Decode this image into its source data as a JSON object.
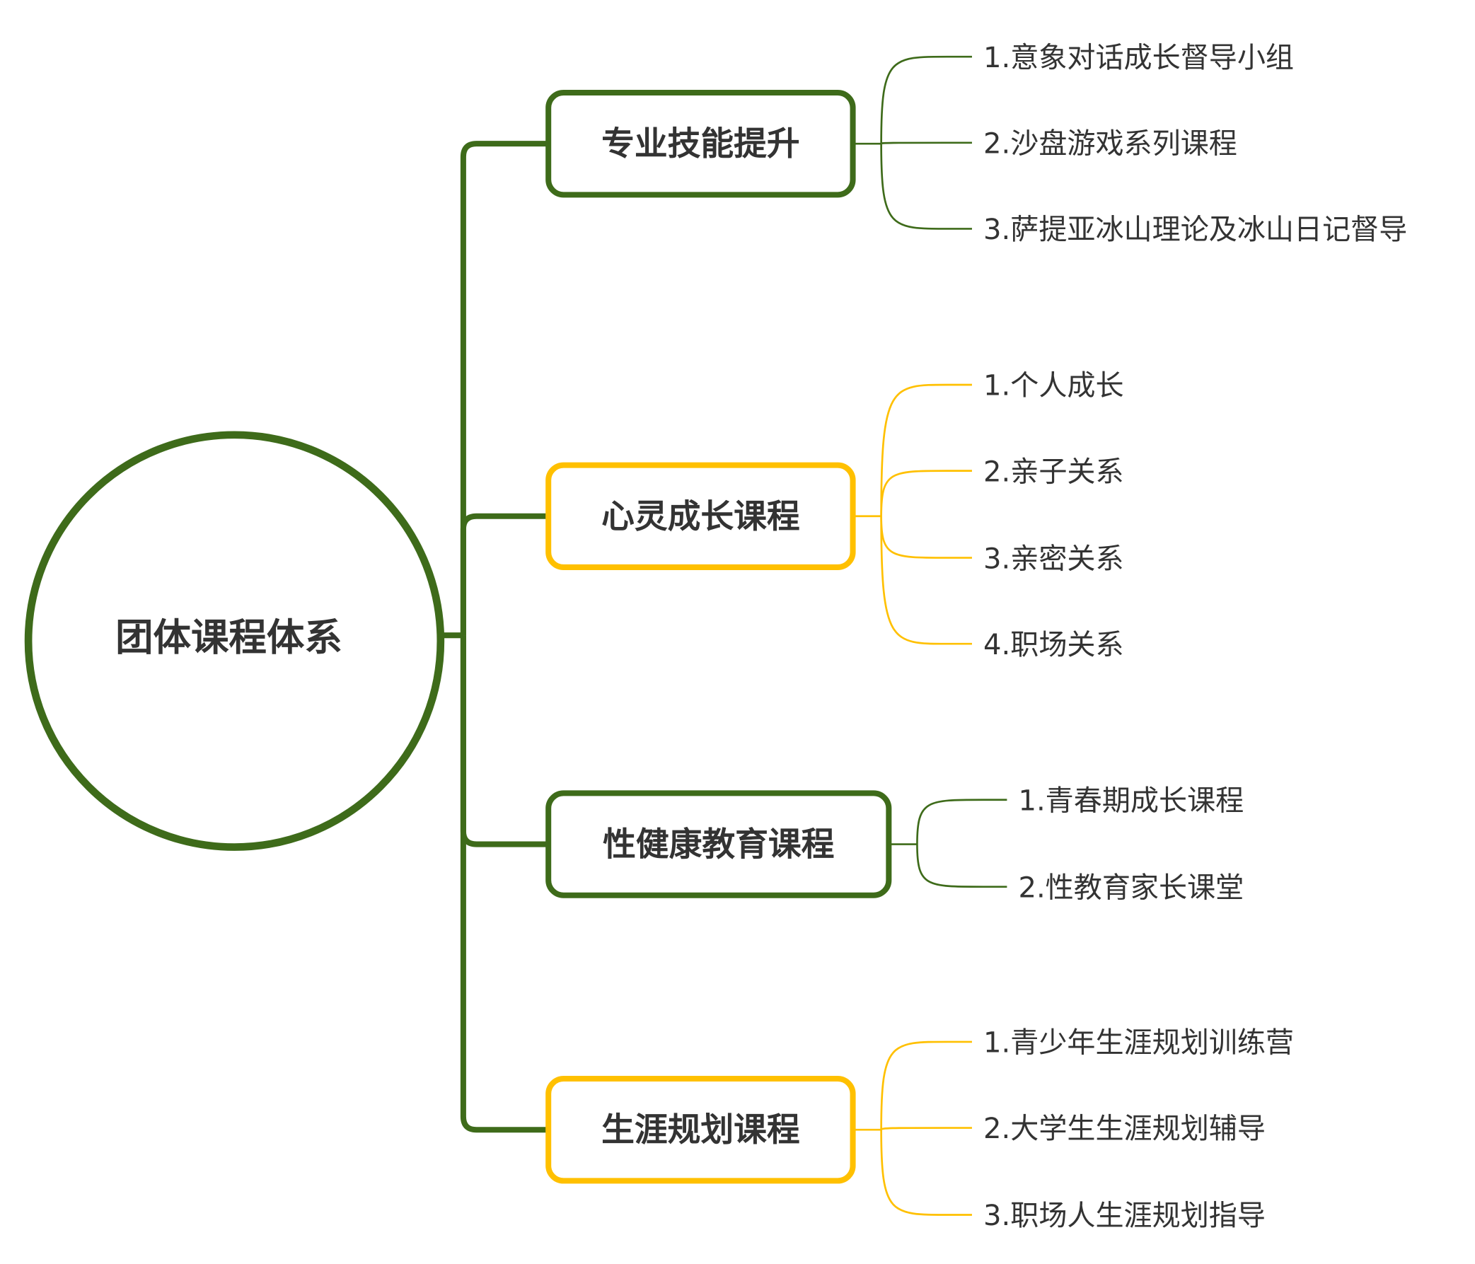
{
  "root": {
    "label": "团体课程体系",
    "color": "#3e6b1a"
  },
  "topics": [
    {
      "label": "专业技能提升",
      "color": "#3e6b1a",
      "children": [
        "1.意象对话成长督导小组",
        "2.沙盘游戏系列课程",
        "3.萨提亚冰山理论及冰山日记督导"
      ]
    },
    {
      "label": "心灵成长课程",
      "color": "#ffc000",
      "children": [
        "1.个人成长",
        "2.亲子关系",
        "3.亲密关系",
        "4.职场关系"
      ]
    },
    {
      "label": "性健康教育课程",
      "color": "#3e6b1a",
      "children": [
        "1.青春期成长课程",
        "2.性教育家长课堂"
      ]
    },
    {
      "label": "生涯规划课程",
      "color": "#ffc000",
      "children": [
        "1.青少年生涯规划训练营",
        "2.大学生生涯规划辅导",
        "3.职场人生涯规划指导"
      ]
    }
  ]
}
